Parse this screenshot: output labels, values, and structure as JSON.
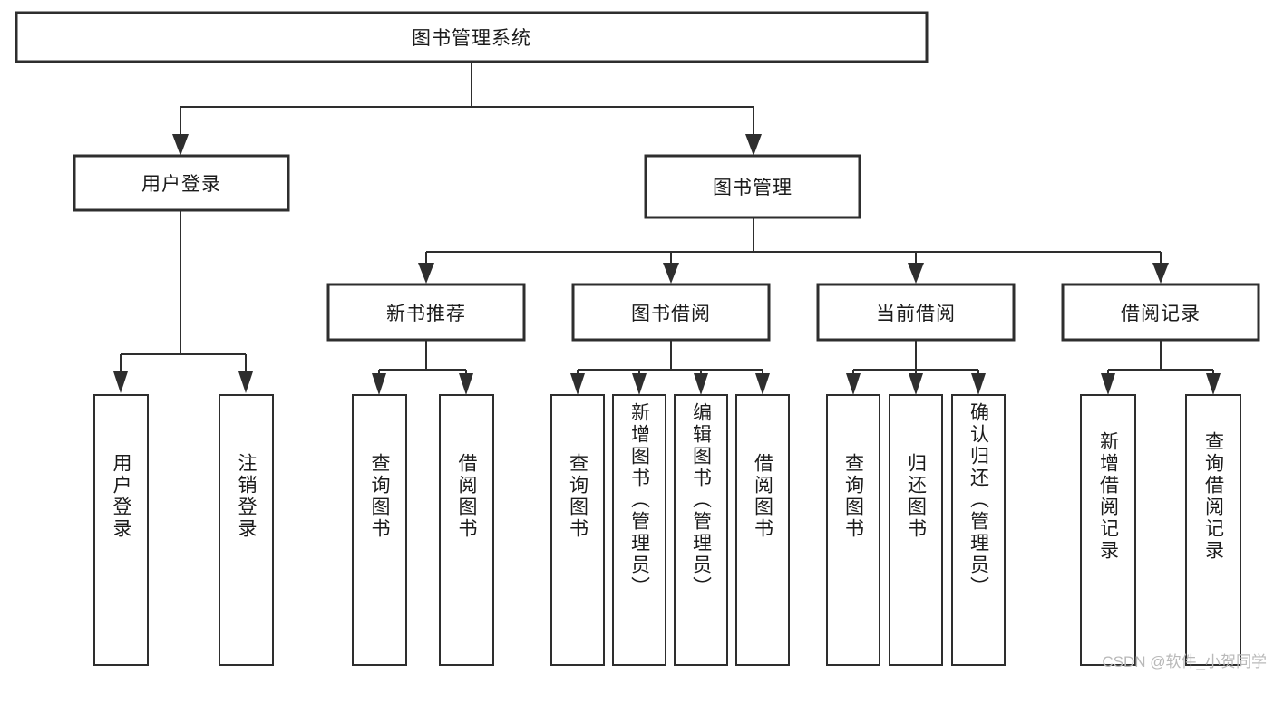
{
  "diagram": {
    "title": "图书管理系统",
    "type": "functional-hierarchy-tree",
    "orientation": "top-down",
    "watermark": "CSDN @软件_小贺同学",
    "colors": {
      "background": "#ffffff",
      "box_fill": "#ffffff",
      "box_stroke": "#2e2e2e",
      "connector": "#2e2e2e",
      "text": "#1b1b1b",
      "watermark": "#b9b9b9"
    },
    "levels": [
      {
        "level": 1,
        "label_orientation": "horizontal"
      },
      {
        "level": 2,
        "label_orientation": "horizontal"
      },
      {
        "level": 3,
        "label_orientation": "horizontal"
      },
      {
        "level": 4,
        "label_orientation": "vertical"
      }
    ],
    "root": {
      "label": "图书管理系统",
      "children": [
        {
          "label": "用户登录",
          "children": [
            {
              "label": "用户登录"
            },
            {
              "label": "注销登录"
            }
          ]
        },
        {
          "label": "图书管理",
          "children": [
            {
              "label": "新书推荐",
              "children": [
                {
                  "label": "查询图书"
                },
                {
                  "label": "借阅图书"
                }
              ]
            },
            {
              "label": "图书借阅",
              "children": [
                {
                  "label": "查询图书"
                },
                {
                  "label": "新增图书（管理员）"
                },
                {
                  "label": "编辑图书（管理员）"
                },
                {
                  "label": "借阅图书"
                }
              ]
            },
            {
              "label": "当前借阅",
              "children": [
                {
                  "label": "查询图书"
                },
                {
                  "label": "归还图书"
                },
                {
                  "label": "确认归还（管理员）"
                }
              ]
            },
            {
              "label": "借阅记录",
              "children": [
                {
                  "label": "新增借阅记录"
                },
                {
                  "label": "查询借阅记录"
                }
              ]
            }
          ]
        }
      ]
    },
    "nodes": {
      "root": {
        "label": "图书管理系统"
      },
      "l2": [
        {
          "key": "user-login",
          "label": "用户登录"
        },
        {
          "key": "book-manage",
          "label": "图书管理"
        }
      ],
      "l3": [
        {
          "key": "new-book-recommend",
          "label": "新书推荐"
        },
        {
          "key": "book-borrow",
          "label": "图书借阅"
        },
        {
          "key": "current-borrow",
          "label": "当前借阅"
        },
        {
          "key": "borrow-record",
          "label": "借阅记录"
        }
      ],
      "leaves": [
        {
          "key": "leaf-user-login",
          "label": "用户登录"
        },
        {
          "key": "leaf-logout",
          "label": "注销登录"
        },
        {
          "key": "leaf-query-book-1",
          "label": "查询图书"
        },
        {
          "key": "leaf-borrow-book-1",
          "label": "借阅图书"
        },
        {
          "key": "leaf-query-book-2",
          "label": "查询图书"
        },
        {
          "key": "leaf-add-book-admin",
          "label": "新增图书（管理员）"
        },
        {
          "key": "leaf-edit-book-admin",
          "label": "编辑图书（管理员）"
        },
        {
          "key": "leaf-borrow-book-2",
          "label": "借阅图书"
        },
        {
          "key": "leaf-query-book-3",
          "label": "查询图书"
        },
        {
          "key": "leaf-return-book",
          "label": "归还图书"
        },
        {
          "key": "leaf-confirm-return-admin",
          "label": "确认归还（管理员）"
        },
        {
          "key": "leaf-add-borrow-record",
          "label": "新增借阅记录"
        },
        {
          "key": "leaf-query-borrow-record",
          "label": "查询借阅记录"
        }
      ]
    }
  }
}
